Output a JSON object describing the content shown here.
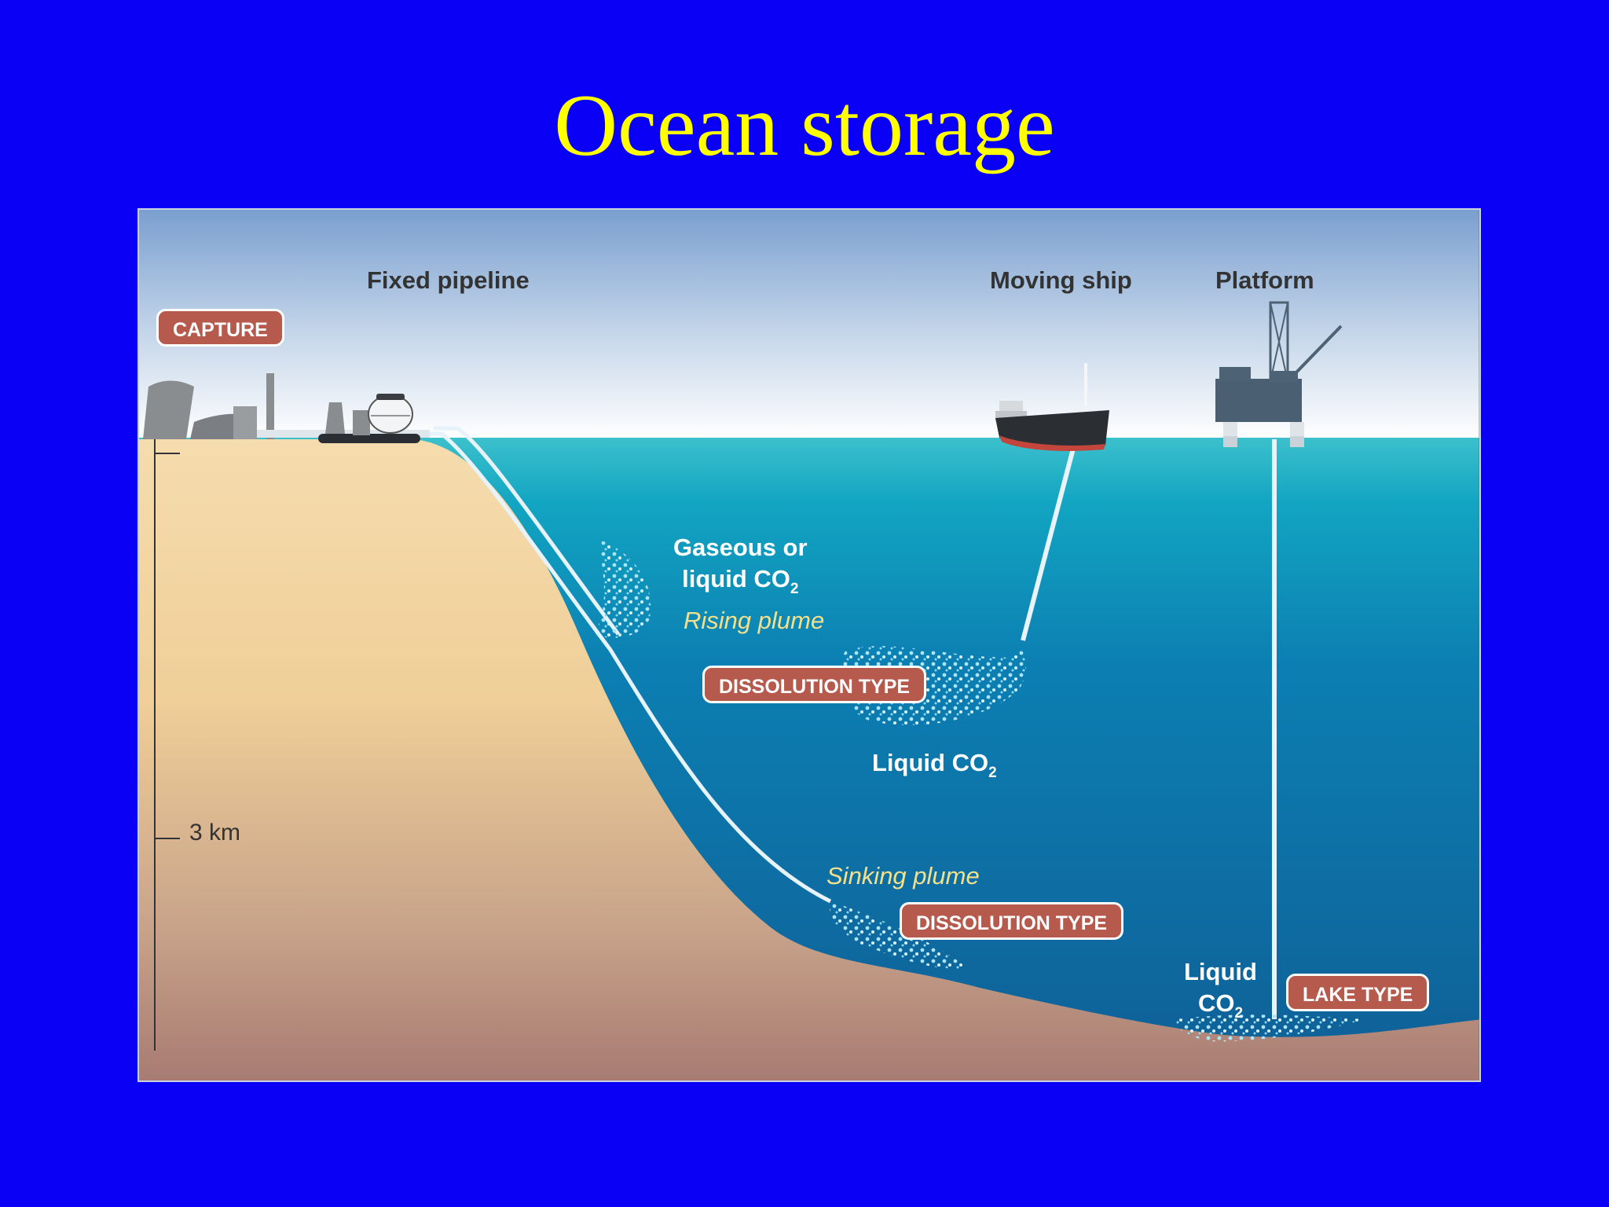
{
  "title": "Ocean storage",
  "labels": {
    "fixed_pipeline": "Fixed pipeline",
    "moving_ship": "Moving ship",
    "platform": "Platform",
    "gaseous_line1": "Gaseous or",
    "gaseous_line2": "liquid CO",
    "rising_plume": "Rising plume",
    "liquid_co2_mid": "Liquid CO",
    "sinking_plume": "Sinking plume",
    "liquid_lake_line1": "Liquid",
    "liquid_lake_line2": "CO",
    "subscript": "2",
    "depth_scale": "3 km"
  },
  "badges": {
    "capture": "CAPTURE",
    "dissolution_upper": "DISSOLUTION TYPE",
    "dissolution_lower": "DISSOLUTION TYPE",
    "lake": "LAKE TYPE"
  },
  "colors": {
    "background": "#0a00f5",
    "title": "#ffff00",
    "badge": "#b55a4d",
    "plume_text": "#f3e08b",
    "sea_surface": "#3cc0cc",
    "deep_sea": "#0f5f96",
    "seabed_top": "#f5dcae",
    "seabed_bottom": "#a77b72"
  },
  "icons": [
    "power-plant-icon",
    "storage-tank-icon",
    "ship-icon",
    "oil-platform-icon"
  ]
}
